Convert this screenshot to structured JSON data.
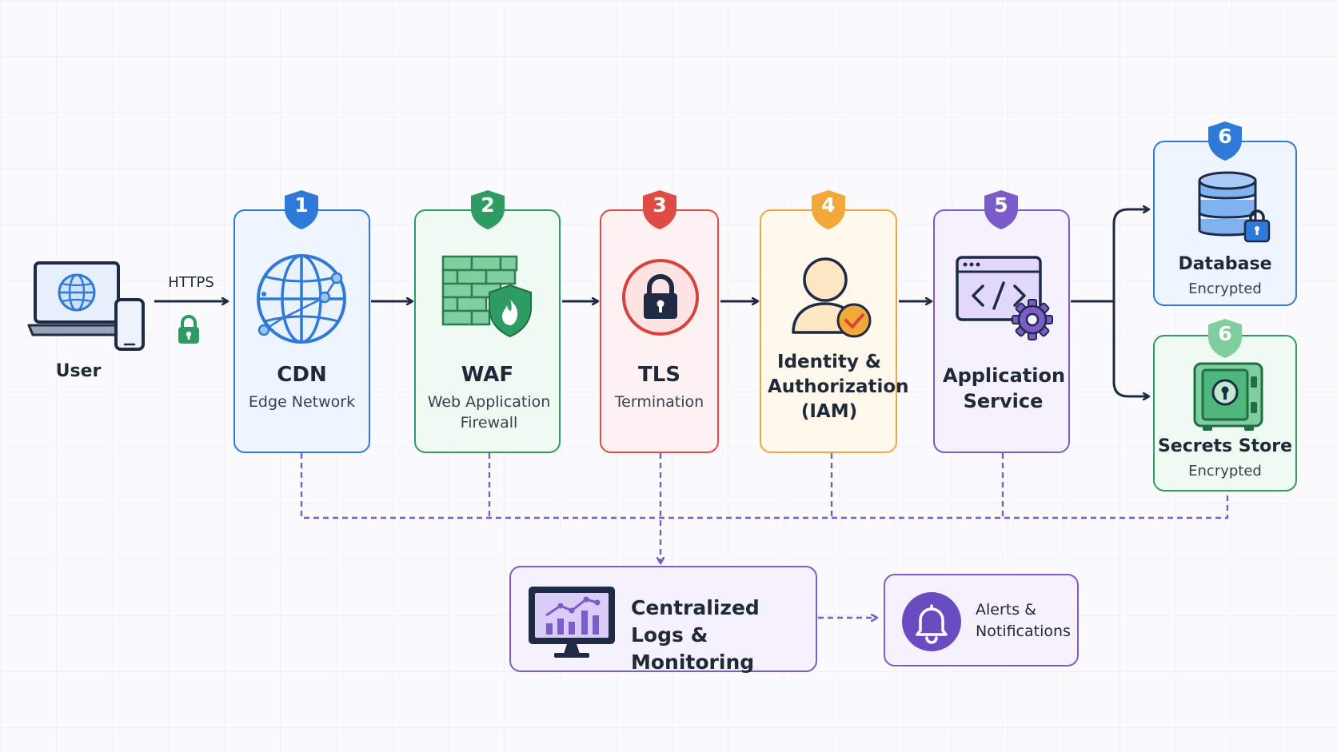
{
  "user": {
    "label": "User"
  },
  "link": {
    "protocol": "HTTPS"
  },
  "stages": [
    {
      "step": "1",
      "title": "CDN",
      "subtitle": "Edge Network",
      "color": "#2f7ad9",
      "fill": "#eef5fe"
    },
    {
      "step": "2",
      "title": "WAF",
      "subtitle": "Web Application Firewall",
      "color": "#2e9b62",
      "fill": "#eefaf2"
    },
    {
      "step": "3",
      "title": "TLS",
      "subtitle": "Termination",
      "color": "#e04c45",
      "fill": "#fdf1f1"
    },
    {
      "step": "4",
      "title": "Identity & Authorization (IAM)",
      "subtitle": "",
      "color": "#f0a83b",
      "fill": "#fff8ec"
    },
    {
      "step": "5",
      "title": "Application Service",
      "subtitle": "",
      "color": "#7b5cc8",
      "fill": "#f5f2fd"
    }
  ],
  "stores": [
    {
      "step": "6",
      "title": "Database",
      "subtitle": "Encrypted",
      "color": "#2f7ad9",
      "fill": "#eef5fe"
    },
    {
      "step": "6",
      "title": "Secrets Store",
      "subtitle": "Encrypted",
      "color": "#2e9b62",
      "fill": "#eefaf2"
    }
  ],
  "monitoring": {
    "title": "Centralized Logs & Monitoring",
    "color": "#7b5cc8",
    "fill": "#f5f2fd"
  },
  "alerts": {
    "title": "Alerts & Notifications",
    "color": "#7b5cc8",
    "fill": "#f5f2fd"
  },
  "icons": {
    "user": "laptop-and-phone-icon",
    "lock": "lock-icon",
    "cdn": "globe-icon",
    "waf": "firewall-icon",
    "tls": "padlock-icon",
    "iam": "user-check-icon",
    "app": "code-gear-icon",
    "db": "database-lock-icon",
    "secrets": "safe-icon",
    "logs": "monitor-chart-icon",
    "alerts": "bell-icon"
  }
}
